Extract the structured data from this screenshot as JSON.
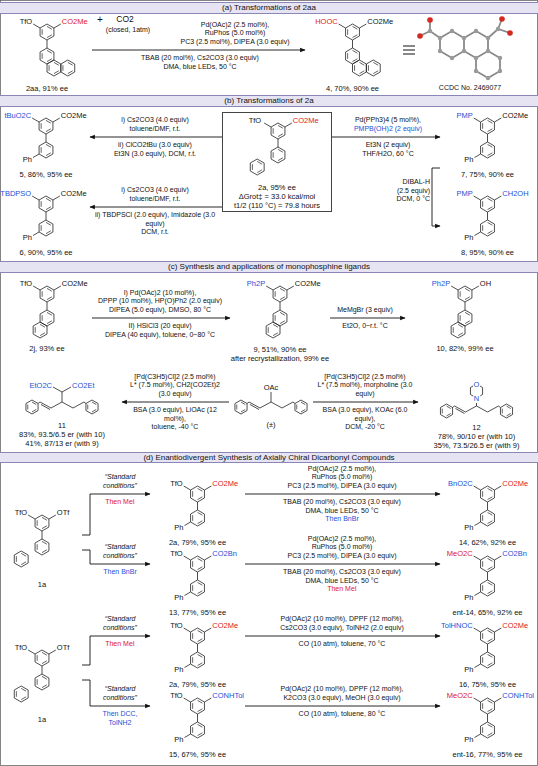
{
  "diagram": {
    "nodes": [
      {
        "text": [
          "(a) Transformations of 2aa"
        ]
      },
      {
        "text": [
          "TfO",
          "CO2Me",
          "2aa, 91% ee"
        ]
      },
      {
        "text": [
          "HOOC",
          "CO2Me",
          "4, 70%, 90% ee"
        ]
      },
      {
        "text": [
          "(b) Transformations of 2a"
        ]
      },
      {
        "text": [
          "tBuO2C",
          "CO2Me",
          "Ph",
          "5, 86%, 95% ee"
        ]
      },
      {
        "text": [
          "TfO",
          "CO2Me",
          "2a, 95% ee",
          "ΔGrot‡ = 33.0 kcal/mol",
          "t1/2 (110 °C) = 79.8 hours"
        ]
      },
      {
        "text": [
          "PMP",
          "CO2Me",
          "Ph",
          "7, 75%, 90% ee"
        ]
      },
      {
        "text": [
          "TBDPSO",
          "CO2Me",
          "Ph",
          "6, 90%, 95% ee"
        ]
      },
      {
        "text": [
          "PMP",
          "CH2OH",
          "Ph",
          "8, 95%, 90% ee"
        ]
      },
      {
        "text": [
          "(c) Synthesis and applications of monophosphine ligands"
        ]
      },
      {
        "text": [
          "TfO",
          "CO2Me",
          "2j, 93% ee"
        ]
      },
      {
        "text": [
          "Ph2P",
          "CO2Me",
          "9, 51%, 90% ee",
          "after recrystallization, 99% ee"
        ]
      },
      {
        "text": [
          "Ph2P",
          "OH",
          "10, 82%, 99% ee"
        ]
      },
      {
        "text": [
          "EtO2C",
          "CO2Et",
          "11",
          "83%, 93.5/6.5 er (with 10)",
          "41%, 87/13 er (with 9)"
        ]
      },
      {
        "text": [
          "OAc",
          "(±)"
        ]
      },
      {
        "text": [
          "O",
          "N",
          "12",
          "78%, 90/10 er (with 10)",
          "35%, 73.5/26.5 er (with 9)"
        ]
      },
      {
        "text": [
          "(d) Enantiodivergent Synthesis of Axially Chiral Dicarbonyl Compounds"
        ]
      },
      {
        "text": [
          "TfO",
          "OTf",
          "1a"
        ]
      },
      {
        "text": [
          "TfO",
          "CO2Me",
          "Ph",
          "2a, 79%, 95% ee"
        ]
      },
      {
        "text": [
          "BnO2C",
          "CO2Me",
          "Ph",
          "14, 62%, 92% ee"
        ]
      },
      {
        "text": [
          "TfO",
          "CO2Bn",
          "Ph",
          "13, 77%, 95% ee"
        ]
      },
      {
        "text": [
          "MeO2C",
          "CO2Bn",
          "Ph",
          "ent-14, 65%, 92% ee"
        ]
      },
      {
        "text": [
          "TfO",
          "OTf",
          "1a"
        ]
      },
      {
        "text": [
          "TfO",
          "CO2Me",
          "Ph",
          "2a, 79%, 95% ee"
        ]
      },
      {
        "text": [
          "TolHNOC",
          "CO2Me",
          "Ph",
          "16, 75%, 95% ee"
        ]
      },
      {
        "text": [
          "TfO",
          "CONHTol",
          "Ph",
          "15, 67%, 95% ee"
        ]
      },
      {
        "text": [
          "MeO2C",
          "CONHTol",
          "Ph",
          "ent-16, 77%, 95% ee"
        ]
      }
    ],
    "edges": [
      {
        "from": 1,
        "to": 2,
        "arrow": "to"
      },
      {
        "from": 5,
        "to": 4,
        "arrow": "to"
      },
      {
        "from": 5,
        "to": 6,
        "arrow": "to"
      },
      {
        "from": 5,
        "to": 7,
        "arrow": "to"
      },
      {
        "from": 6,
        "to": 8,
        "arrow": "to"
      },
      {
        "from": 10,
        "to": 11,
        "arrow": "to"
      },
      {
        "from": 11,
        "to": 12,
        "arrow": "to"
      },
      {
        "from": 14,
        "to": 13,
        "arrow": "to"
      },
      {
        "from": 14,
        "to": 15,
        "arrow": "to"
      },
      {
        "from": 17,
        "to": 18,
        "arrow": "to"
      },
      {
        "from": 17,
        "to": 20,
        "arrow": "to"
      },
      {
        "from": 18,
        "to": 19,
        "arrow": "to"
      },
      {
        "from": 20,
        "to": 21,
        "arrow": "to"
      },
      {
        "from": 22,
        "to": 23,
        "arrow": "to"
      },
      {
        "from": 22,
        "to": 25,
        "arrow": "to"
      },
      {
        "from": 23,
        "to": 24,
        "arrow": "to"
      },
      {
        "from": 25,
        "to": 26,
        "arrow": "to"
      }
    ],
    "labels": [
      "+",
      "CO2",
      "(closed, 1atm)",
      "Pd(OAc)2 (2.5 mol%),",
      "RuPhos (5.0 mol%)",
      "PC3 (2.5 mol%), DIPEA (3.0 equiv)",
      "TBAB (20 mol%), Cs2CO3 (3.0 equiv)",
      "DMA, blue LEDs, 50 °C",
      "CCDC No. 2469077",
      "i) Cs2CO3 (4.0 equiv)",
      "toluene/DMF, r.t.",
      "ii) ClCO2tBu (3.0 equiv)",
      "Et3N (3.0 equiv), DCM, r.t.",
      "Pd(PPh3)4 (5 mol%),",
      "PMPB(OH)2 (2 equiv)",
      "Et3N (2 equiv)",
      "THF/H2O, 60 °C",
      "i) Cs2CO3 (4.0 equiv)",
      "toluene/DMF, r.t.",
      "ii) TBDPSCl (2.0 equiv), Imidazole (3.0 equiv)",
      "DCM, r.t.",
      "DIBAL-H",
      "(2.5 equiv)",
      "DCM, 0 °C",
      "I) Pd(OAc)2 (10 mol%),",
      "DPPP (10 mol%), HP(O)Ph2 (2.0 equiv)",
      "DIPEA (5.0 equiv), DMSO, 80 °C",
      "II) HSiCl3 (20 equiv)",
      "DIPEA (40 equiv), toluene, 0~80 °C",
      "MeMgBr (3 equiv)",
      "Et2O, 0~r.t. °C",
      "[Pd(C3H5)Cl]2 (2.5 mol%)",
      "L* (7.5 mol%), CH2(CO2Et)2 (3.0 equiv)",
      "BSA (3.0 equiv), LiOAc (12 mol%),",
      "toluene, -40 °C",
      "[Pd(C3H5)Cl]2 (2.5 mol%)",
      "L* (7.5 mol%), morpholine (3.0 equiv)",
      "BSA (3.0 equiv), KOAc (6.0 equiv),",
      "DCM, -20 °C",
      "“Standard conditions”",
      "Then MeI",
      "“Standard conditions”",
      "Then BnBr",
      "Pd(OAc)2 (2.5 mol%),",
      "RuPhos (5.0 mol%)",
      "PC3 (2.5 mol%), DIPEA (3.0 equiv)",
      "TBAB (20 mol%), Cs2CO3 (3.0 equiv)",
      "DMA, blue LEDs, 50 °C",
      "Then BnBr",
      "Pd(OAc)2 (2.5 mol%),",
      "RuPhos (5.0 mol%)",
      "PC3 (2.5 mol%), DIPEA (3.0 equiv)",
      "TBAB (20 mol%), Cs2CO3 (3.0 equiv)",
      "DMA, blue LEDs, 50 °C",
      "Then MeI",
      "“Standard conditions”",
      "Then MeI",
      "“Standard conditions”",
      "Then DCC, TolNH2",
      "Pd(OAc)2 (10 mol%), DPPF (12 mol%),",
      "Cs2CO3 (3.0 equiv), TolNH2 (2.0 equiv)",
      "CO (10 atm), toluene, 70 °C",
      "Pd(OAc)2 (10 mol%), DPPF (12 mol%),",
      "K2CO3 (3.0 equiv), MeOH (3.0 equiv)",
      "CO (10 atm), toluene, 80 °C"
    ]
  }
}
